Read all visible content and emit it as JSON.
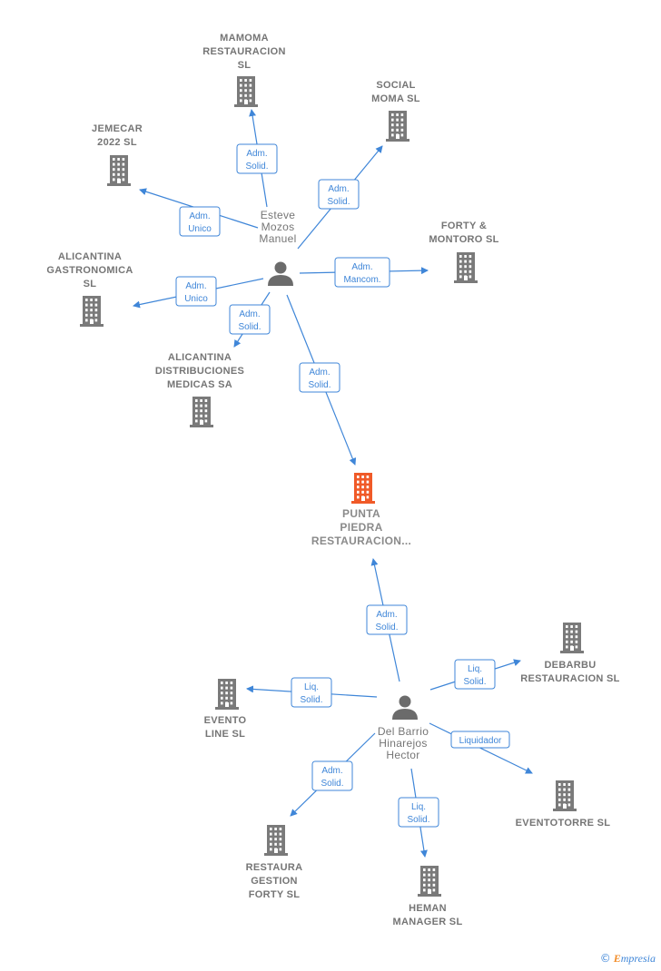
{
  "colors": {
    "company": "#7a7a7a",
    "main_company": "#f05a28",
    "person": "#6b6b6b",
    "edge": "#3f86d8",
    "accent_orange": "#f28c28"
  },
  "companies": [
    {
      "id": "mamoma",
      "lines": [
        "MAMOMA",
        "RESTAURACION",
        "SL"
      ],
      "icon": "building-icon"
    },
    {
      "id": "social_moma",
      "lines": [
        "SOCIAL",
        "MOMA  SL"
      ],
      "icon": "building-icon"
    },
    {
      "id": "jemecar",
      "lines": [
        "JEMECAR",
        "2022  SL"
      ],
      "icon": "building-icon"
    },
    {
      "id": "forty_montoro",
      "lines": [
        "FORTY &",
        "MONTORO  SL"
      ],
      "icon": "building-icon"
    },
    {
      "id": "alicantina_gastro",
      "lines": [
        "ALICANTINA",
        "GASTRONOMICA",
        "SL"
      ],
      "icon": "building-icon"
    },
    {
      "id": "alicantina_dist",
      "lines": [
        "ALICANTINA",
        "DISTRIBUCIONES",
        "MEDICAS SA"
      ],
      "icon": "building-icon"
    },
    {
      "id": "punta_piedra",
      "lines": [
        "PUNTA",
        "PIEDRA",
        "RESTAURACION..."
      ],
      "icon": "building-icon",
      "main": true
    },
    {
      "id": "debarbu",
      "lines": [
        "DEBARBU",
        "RESTAURACION SL"
      ],
      "icon": "building-icon"
    },
    {
      "id": "evento_line",
      "lines": [
        "EVENTO",
        "LINE SL"
      ],
      "icon": "building-icon"
    },
    {
      "id": "eventotorre",
      "lines": [
        "EVENTOTORRE SL"
      ],
      "icon": "building-icon"
    },
    {
      "id": "restaura_gestion",
      "lines": [
        "RESTAURA",
        "GESTION",
        "FORTY SL"
      ],
      "icon": "building-icon"
    },
    {
      "id": "heman",
      "lines": [
        "HEMAN",
        "MANAGER SL"
      ],
      "icon": "building-icon"
    }
  ],
  "persons": [
    {
      "id": "esteve",
      "lines": [
        "Esteve",
        "Mozos",
        "Manuel"
      ],
      "icon": "person-icon"
    },
    {
      "id": "delbarrio",
      "lines": [
        "Del Barrio",
        "Hinarejos",
        "Hector"
      ],
      "icon": "person-icon"
    }
  ],
  "edges": [
    {
      "from": "esteve",
      "to": "mamoma",
      "label": [
        "Adm.",
        "Solid."
      ]
    },
    {
      "from": "esteve",
      "to": "social_moma",
      "label": [
        "Adm.",
        "Solid."
      ]
    },
    {
      "from": "esteve",
      "to": "jemecar",
      "label": [
        "Adm.",
        "Unico"
      ]
    },
    {
      "from": "esteve",
      "to": "forty_montoro",
      "label": [
        "Adm.",
        "Mancom."
      ]
    },
    {
      "from": "esteve",
      "to": "alicantina_gastro",
      "label": [
        "Adm.",
        "Unico"
      ]
    },
    {
      "from": "esteve",
      "to": "alicantina_dist",
      "label": [
        "Adm.",
        "Solid."
      ]
    },
    {
      "from": "esteve",
      "to": "punta_piedra",
      "label": [
        "Adm.",
        "Solid."
      ]
    },
    {
      "from": "delbarrio",
      "to": "punta_piedra",
      "label": [
        "Adm.",
        "Solid."
      ]
    },
    {
      "from": "delbarrio",
      "to": "debarbu",
      "label": [
        "Liq.",
        "Solid."
      ]
    },
    {
      "from": "delbarrio",
      "to": "evento_line",
      "label": [
        "Liq.",
        "Solid."
      ]
    },
    {
      "from": "delbarrio",
      "to": "eventotorre",
      "label": [
        "Liquidador"
      ]
    },
    {
      "from": "delbarrio",
      "to": "restaura_gestion",
      "label": [
        "Adm.",
        "Solid."
      ]
    },
    {
      "from": "delbarrio",
      "to": "heman",
      "label": [
        "Liq.",
        "Solid."
      ]
    }
  ],
  "watermark": {
    "symbol": "©",
    "brand_initial": "E",
    "brand_rest": "mpresia"
  }
}
